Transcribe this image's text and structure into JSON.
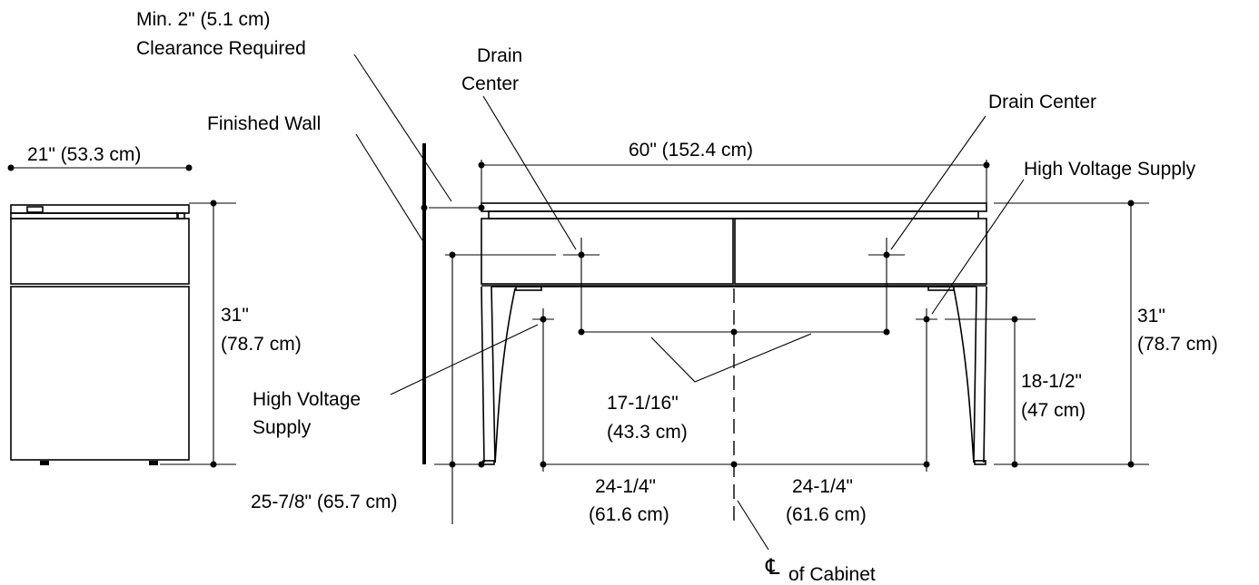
{
  "labels": {
    "clearance_line1": "Min. 2\" (5.1 cm)",
    "clearance_line2": "Clearance Required",
    "drain_left_line1": "Drain",
    "drain_left_line2": "Center",
    "drain_right": "Drain Center",
    "finished_wall": "Finished Wall",
    "hv_right": "High Voltage Supply",
    "hv_left_line1": "High Voltage",
    "hv_left_line2": "Supply",
    "cl_symbol": "℄",
    "cl_text": "of Cabinet"
  },
  "dimensions": {
    "side_width": "21\" (53.3 cm)",
    "side_height_line1": "31\"",
    "side_height_line2": "(78.7 cm)",
    "front_width": "60\" (152.4 cm)",
    "front_height_line1": "31\"",
    "front_height_line2": "(78.7 cm)",
    "drain_spacing_line1": "17-1/16\"",
    "drain_spacing_line2": "(43.3 cm)",
    "hv_height_line1": "18-1/2\"",
    "hv_height_line2": "(47 cm)",
    "half_left_line1": "24-1/4\"",
    "half_left_line2": "(61.6 cm)",
    "half_right_line1": "24-1/4\"",
    "half_right_line2": "(61.6 cm)",
    "drain_height": "25-7/8\" (65.7 cm)"
  }
}
